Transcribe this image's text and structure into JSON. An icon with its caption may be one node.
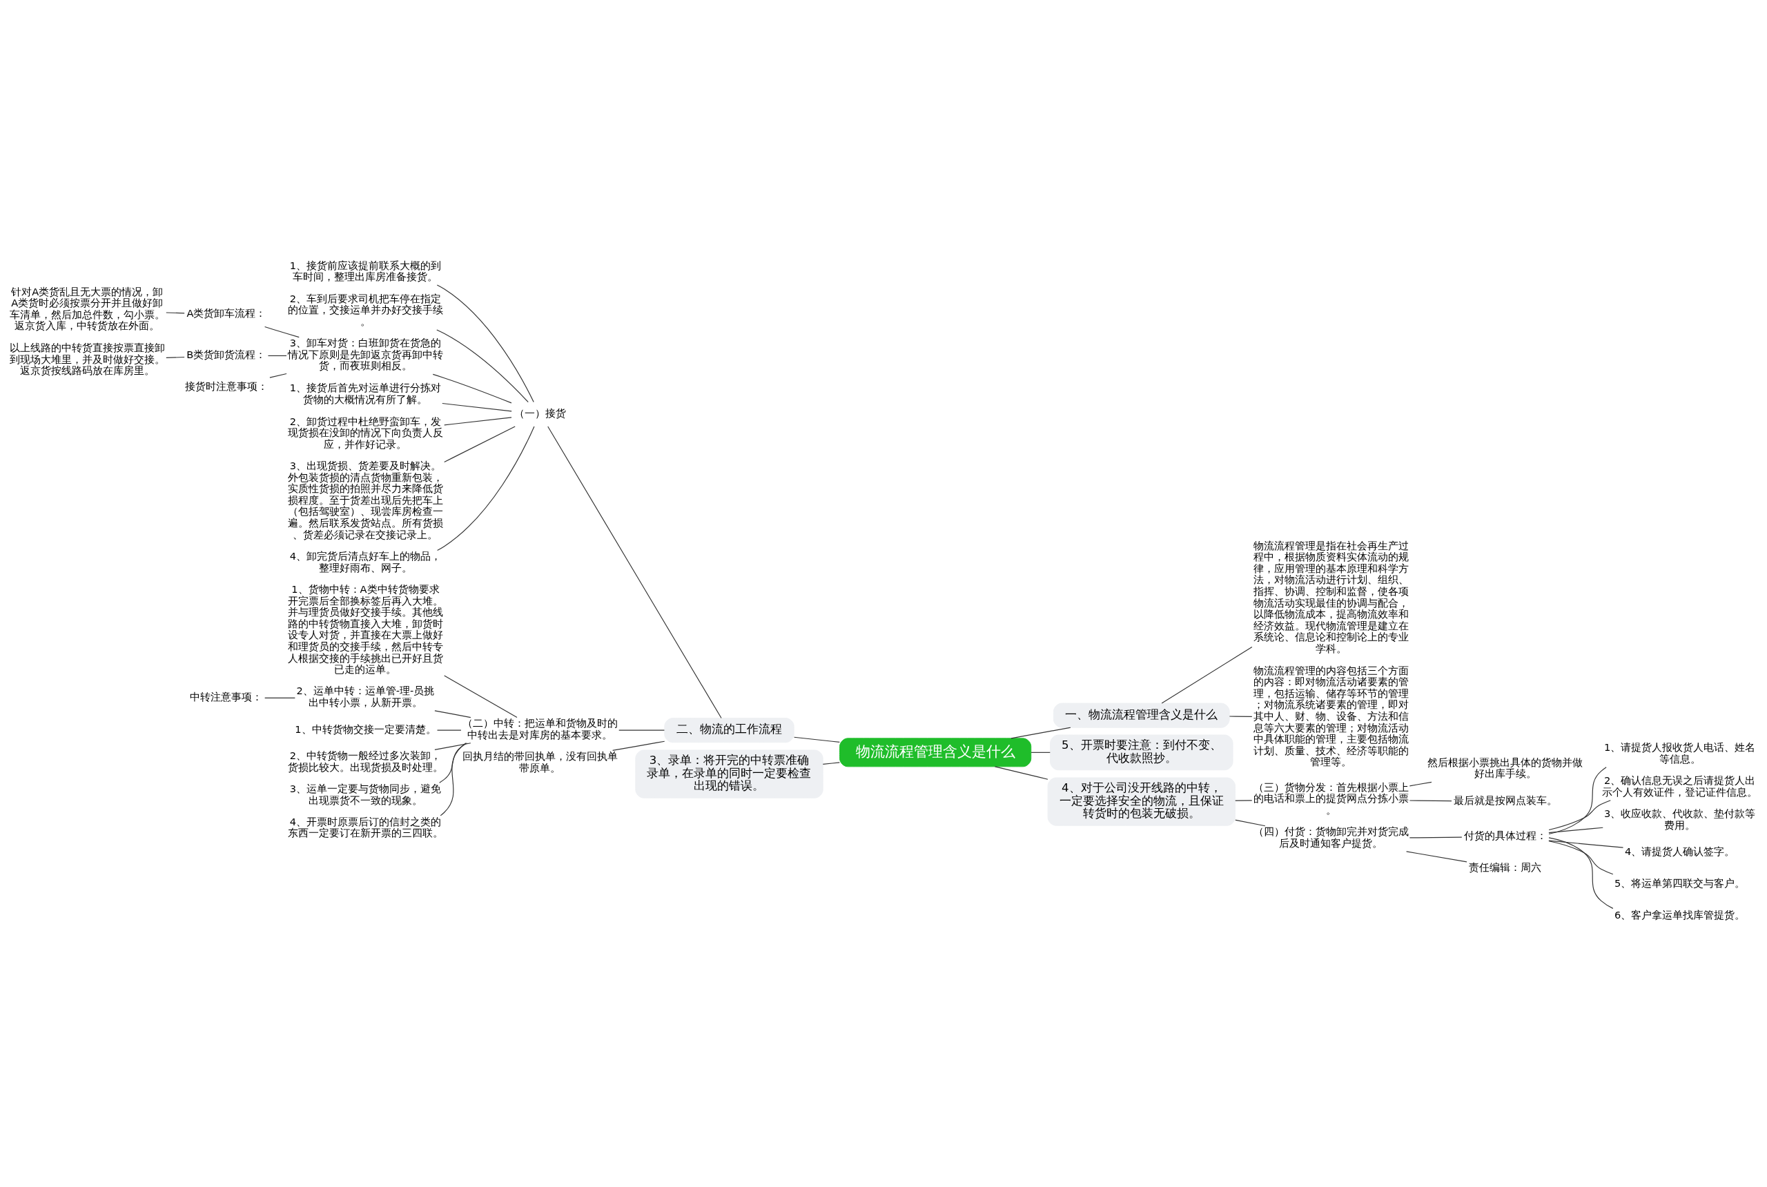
{
  "diagram": {
    "nodes": [
      {
        "text": [
          "物流流程管理含义是什么"
        ]
      },
      {
        "text": [
          "一、物流流程管理含义是什么"
        ]
      },
      {
        "text": [
          "物流流程管理是指在社会再生产过程中，根据物质资料实体流动的规律，应用管理的基本原理和科学方法，对物流活动进行计划、组织、指挥、协调、控制和监督，使各项物流活动实现最佳的协调与配合，以降低物流成本，提高物流效率和经济效益。现代物流管理是建立在系统论、信息论和控制论上的专业学科。"
        ]
      },
      {
        "text": [
          "物流流程管理的内容包括三个方面的内容：即对物流活动诸要素的管理，包括运输、储存等环节的管理；对物流系统诸要素的管理，即对其中人、财、物、设备、方法和信息等六大要素的管理；对物流活动中具体职能的管理，主要包括物流计划、质量、技术、经济等职能的管理等。"
        ]
      },
      {
        "text": [
          "5、开票时要注意：到付不变、代收款照抄。"
        ]
      },
      {
        "text": [
          "4、对于公司没开线路的中转，一定要选择安全的物流，且保证转货时的包装无破损。"
        ]
      },
      {
        "text": [
          "（三）货物分发：首先根据小票上的电话和票上的提货网点分拣小票。"
        ]
      },
      {
        "text": [
          "然后根据小票挑出具体的货物并做好出库手续。"
        ]
      },
      {
        "text": [
          "最后就是按网点装车。"
        ]
      },
      {
        "text": [
          "（四）付货：货物卸完并对货完成后及时通知客户提货。"
        ]
      },
      {
        "text": [
          "付货的具体过程："
        ]
      },
      {
        "text": [
          "1、请提货人报收货人电话、姓名等信息。"
        ]
      },
      {
        "text": [
          "2、确认信息无误之后请提货人出示个人有效证件，登记证件信息。"
        ]
      },
      {
        "text": [
          "3、收应收款、代收款、垫付款等费用。"
        ]
      },
      {
        "text": [
          "4、请提货人确认签字。"
        ]
      },
      {
        "text": [
          "5、将运单第四联交与客户。"
        ]
      },
      {
        "text": [
          "6、客户拿运单找库管提货。"
        ]
      },
      {
        "text": [
          "责任编辑：周六"
        ]
      },
      {
        "text": [
          "二、物流的工作流程"
        ]
      },
      {
        "text": [
          "（一）接货"
        ]
      },
      {
        "text": [
          "1、接货前应该提前联系大概的到车时间，整理出库房准备接货。"
        ]
      },
      {
        "text": [
          "2、车到后要求司机把车停在指定的位置，交接运单并办好交接手续。"
        ]
      },
      {
        "text": [
          "3、卸车对货：白班卸货在货急的情况下原则是先卸返京货再卸中转货，而夜班则相反。"
        ]
      },
      {
        "text": [
          "A类货卸车流程："
        ]
      },
      {
        "text": [
          "针对A类货乱且无大票的情况，卸A类货时必须按票分开并且做好卸车清单，然后加总件数，勾小票。返京货入库，中转货放在外面。"
        ]
      },
      {
        "text": [
          "B类货卸货流程："
        ]
      },
      {
        "text": [
          "以上线路的中转货直接按票直接卸到现场大堆里，并及时做好交接。返京货按线路码放在库房里。"
        ]
      },
      {
        "text": [
          "接货时注意事项："
        ]
      },
      {
        "text": [
          "1、接货后首先对运单进行分拣对货物的大概情况有所了解。"
        ]
      },
      {
        "text": [
          "2、卸货过程中杜绝野蛮卸车，发现货损在没卸的情况下向负责人反应，并作好记录。"
        ]
      },
      {
        "text": [
          "3、出现货损、货差要及时解决。外包装货损的清点货物重新包装，实质性货损的拍照并尽力来降低货损程度。至于货差出现后先把车上（包括驾驶室）、现尝库房检查一遍。然后联系发货站点。所有货损、货差必须记录在交接记录上。"
        ]
      },
      {
        "text": [
          "4、卸完货后清点好车上的物品，整理好雨布、网子。"
        ]
      },
      {
        "text": [
          "（二）中转：把运单和货物及时的中转出去是对库房的基本要求。"
        ]
      },
      {
        "text": [
          "1、货物中转：A类中转货物要求开完票后全部换标签后再入大堆。并与理货员做好交接手续。其他线路的中转货物直接入大堆，卸货时设专人对货，并直接在大票上做好和理货员的交接手续，然后中转专人根据交接的手续挑出已开好且货已走的运单。"
        ]
      },
      {
        "text": [
          "2、运单中转：运单管-理-员挑出中转小票，从新开票。"
        ]
      },
      {
        "text": [
          "中转注意事项："
        ]
      },
      {
        "text": [
          "1、中转货物交接一定要清楚。"
        ]
      },
      {
        "text": [
          "2、中转货物一般经过多次装卸，货损比较大。出现货损及时处理。"
        ]
      },
      {
        "text": [
          "3、运单一定要与货物同步，避免出现票货不一致的现象。"
        ]
      },
      {
        "text": [
          "4、开票时原票后订的信封之类的东西一定要订在新开票的三四联。"
        ]
      },
      {
        "text": [
          "回执月结的带回执单，没有回执单带原单。"
        ]
      },
      {
        "text": [
          "3、录单：将开完的中转票准确录单，在录单的同时一定要检查出现的错误。"
        ]
      }
    ],
    "edges": [
      {
        "from": 0,
        "to": 1,
        "arrow": "none"
      },
      {
        "from": 1,
        "to": 2,
        "arrow": "none"
      },
      {
        "from": 1,
        "to": 3,
        "arrow": "none"
      },
      {
        "from": 0,
        "to": 4,
        "arrow": "none"
      },
      {
        "from": 0,
        "to": 5,
        "arrow": "none"
      },
      {
        "from": 5,
        "to": 6,
        "arrow": "none"
      },
      {
        "from": 6,
        "to": 7,
        "arrow": "none"
      },
      {
        "from": 6,
        "to": 8,
        "arrow": "none"
      },
      {
        "from": 5,
        "to": 9,
        "arrow": "none"
      },
      {
        "from": 9,
        "to": 10,
        "arrow": "none"
      },
      {
        "from": 10,
        "to": 11,
        "arrow": "none"
      },
      {
        "from": 10,
        "to": 12,
        "arrow": "none"
      },
      {
        "from": 10,
        "to": 13,
        "arrow": "none"
      },
      {
        "from": 10,
        "to": 14,
        "arrow": "none"
      },
      {
        "from": 10,
        "to": 15,
        "arrow": "none"
      },
      {
        "from": 10,
        "to": 16,
        "arrow": "none"
      },
      {
        "from": 9,
        "to": 17,
        "arrow": "none"
      },
      {
        "from": 0,
        "to": 18,
        "arrow": "none"
      },
      {
        "from": 18,
        "to": 19,
        "arrow": "none"
      },
      {
        "from": 19,
        "to": 20,
        "arrow": "none"
      },
      {
        "from": 19,
        "to": 21,
        "arrow": "none"
      },
      {
        "from": 19,
        "to": 22,
        "arrow": "none"
      },
      {
        "from": 22,
        "to": 23,
        "arrow": "none"
      },
      {
        "from": 23,
        "to": 24,
        "arrow": "none"
      },
      {
        "from": 22,
        "to": 25,
        "arrow": "none"
      },
      {
        "from": 25,
        "to": 26,
        "arrow": "none"
      },
      {
        "from": 22,
        "to": 27,
        "arrow": "none"
      },
      {
        "from": 19,
        "to": 28,
        "arrow": "none"
      },
      {
        "from": 19,
        "to": 29,
        "arrow": "none"
      },
      {
        "from": 19,
        "to": 30,
        "arrow": "none"
      },
      {
        "from": 19,
        "to": 31,
        "arrow": "none"
      },
      {
        "from": 18,
        "to": 32,
        "arrow": "none"
      },
      {
        "from": 32,
        "to": 33,
        "arrow": "none"
      },
      {
        "from": 32,
        "to": 34,
        "arrow": "none"
      },
      {
        "from": 34,
        "to": 35,
        "arrow": "none"
      },
      {
        "from": 32,
        "to": 36,
        "arrow": "none"
      },
      {
        "from": 32,
        "to": 37,
        "arrow": "none"
      },
      {
        "from": 32,
        "to": 38,
        "arrow": "none"
      },
      {
        "from": 32,
        "to": 39,
        "arrow": "none"
      },
      {
        "from": 18,
        "to": 40,
        "arrow": "none"
      },
      {
        "from": 0,
        "to": 41,
        "arrow": "none"
      }
    ]
  }
}
